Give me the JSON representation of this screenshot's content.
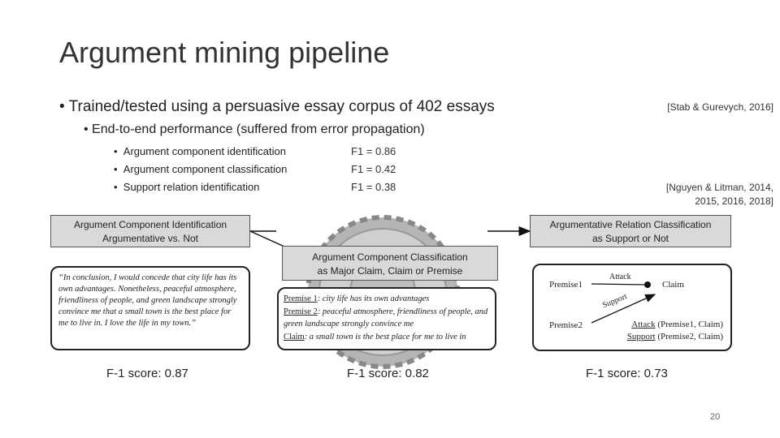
{
  "slide": {
    "title": "Argument mining pipeline",
    "bullet1": "Trained/tested using a persuasive essay corpus of 402 essays",
    "cite1": "[Stab & Gurevych, 2016]",
    "bullet2": "End-to-end performance (suffered from error propagation)",
    "sub_items": [
      {
        "label": "Argument component identification",
        "f1": "F1 = 0.86"
      },
      {
        "label": "Argument component classification",
        "f1": "F1 = 0.42"
      },
      {
        "label": "Support relation identification",
        "f1": "F1 = 0.38"
      }
    ],
    "cite2_line1": "[Nguyen & Litman, 2014,",
    "cite2_line2": "2015, 2016, 2018]",
    "page_number": "20"
  },
  "diagram": {
    "box_left_line1": "Argument Component Identification",
    "box_left_line2": "Argumentative vs. Not",
    "box_right_line1": "Argumentative Relation Classification",
    "box_right_line2": "as Support or Not",
    "box_mid_line1": "Argument Component Classification",
    "box_mid_line2": "as Major Claim, Claim or Premise",
    "left_text": "“In conclusion, I would concede that city life has its own advantages. Nonetheless, peaceful atmosphere, friendliness of people, and green landscape strongly convince me that a small town is the best place for me to live in. I love the life in my town.”",
    "mid_p1_label": "Premise 1",
    "mid_p1_text": ": city life has its own advantages",
    "mid_p2_label": "Premise 2",
    "mid_p2_text": ": peaceful atmosphere, friendliness of people, and green landscape strongly convince me",
    "mid_claim_label": "Claim",
    "mid_claim_text": ": a small town is the best place for me to live in",
    "graph_premise1": "Premise1",
    "graph_premise2": "Premise2",
    "graph_claim": "Claim",
    "graph_attack": "Attack",
    "graph_support": "Support",
    "rel1_label": "Attack",
    "rel1_text": " (Premise1, Claim)",
    "rel2_label": "Support",
    "rel2_text": " (Premise2, Claim)",
    "score_left": "F-1 score: 0.87",
    "score_mid": "F-1 score: 0.82",
    "score_right": "F-1 score: 0.73"
  }
}
